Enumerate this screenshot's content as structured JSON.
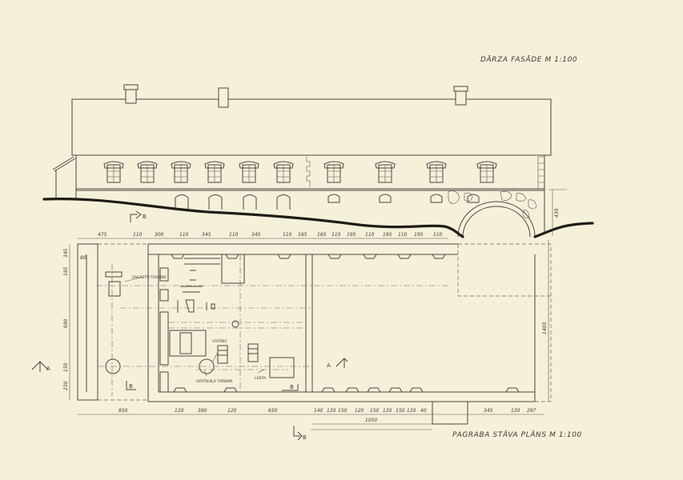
{
  "titles": {
    "facade": "DĀRZA FASĀDE  M 1:100",
    "plan": "PAGRABA STĀVA PLĀNS  M 1:100"
  },
  "facade": {
    "height_dim": "430"
  },
  "plan": {
    "top_dims": [
      "475",
      "110",
      "300",
      "110",
      "345",
      "110",
      "345",
      "110",
      "165",
      "165",
      "110",
      "195",
      "110",
      "195",
      "110",
      "195",
      "110"
    ],
    "bottom_dims": [
      "850",
      "120",
      "380",
      "120",
      "650",
      "140",
      "120",
      "150",
      "120",
      "150",
      "120",
      "150",
      "120",
      "40",
      "345",
      "120",
      "297"
    ],
    "total_dim": "1050",
    "left_dims": [
      "345",
      "185",
      "690",
      "150",
      "230"
    ],
    "left_small_dim": "80",
    "right_dim": "1400",
    "labels": {
      "turbine": "SAGĀZTU TURBĪNE",
      "statnis": "STATNIS",
      "vertical": "VERTIKĀLA TĀRNIPA",
      "lenta": "LENTA"
    },
    "sections": {
      "a": "A",
      "b": "B"
    }
  }
}
